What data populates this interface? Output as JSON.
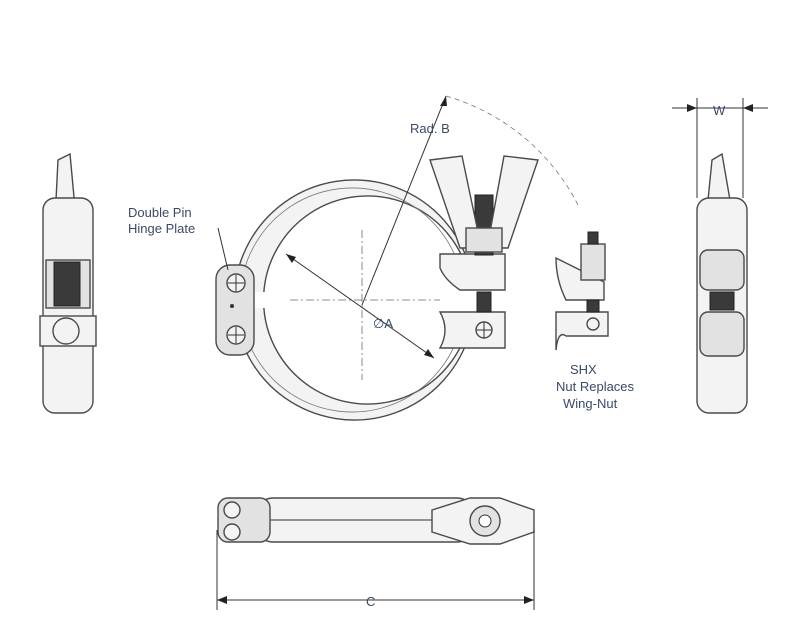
{
  "labels": {
    "radius": "Rad. B",
    "diameter": "∅A",
    "hinge_line1": "Double Pin",
    "hinge_line2": "Hinge Plate",
    "shx_line1": "SHX",
    "shx_line2": "Nut Replaces",
    "shx_line3": "Wing-Nut",
    "width": "W",
    "length": "C"
  },
  "colors": {
    "label": "#3a4a66",
    "outline": "#4a4a4a",
    "fill": "#f3f3f3",
    "thread": "#3a3a3a"
  }
}
